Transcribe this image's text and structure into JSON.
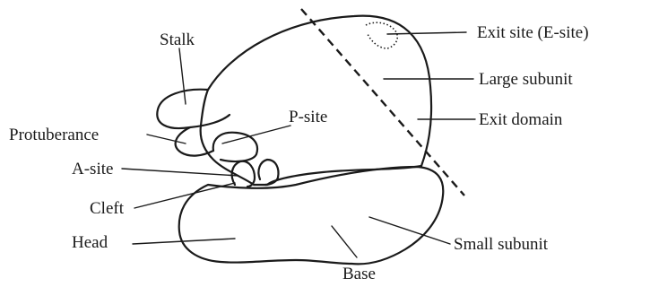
{
  "labels": {
    "stalk": "Stalk",
    "protuberance": "Protuberance",
    "a_site": "A-site",
    "cleft": "Cleft",
    "head": "Head",
    "p_site": "P-site",
    "base": "Base",
    "exit_site": "Exit site (E-site)",
    "large_subunit": "Large subunit",
    "exit_domain": "Exit domain",
    "small_subunit": "Small subunit"
  },
  "colors": {
    "ink": "#1a1a1a",
    "background": "#ffffff"
  }
}
